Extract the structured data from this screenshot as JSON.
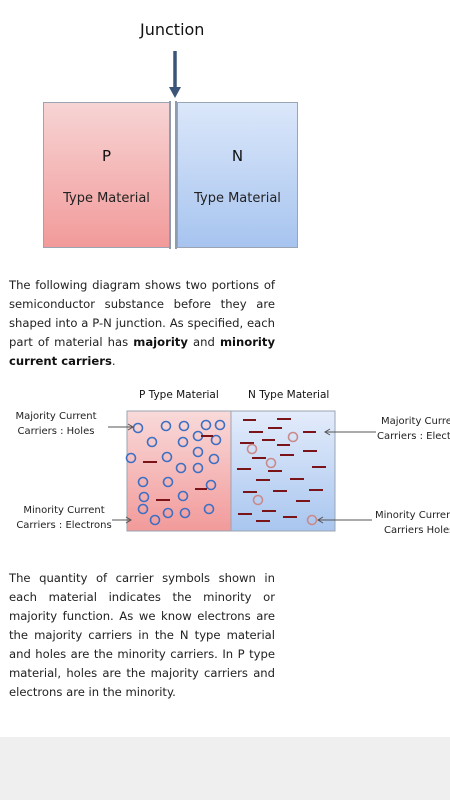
{
  "junction_diagram": {
    "title": "Junction",
    "p_letter": "P",
    "p_label": "Type Material",
    "n_letter": "N",
    "n_label": "Type Material",
    "colors": {
      "p_region": "#f29a9a",
      "n_region": "#a7c4ef",
      "arrow": "#3b5578"
    },
    "icon": "down-arrow-icon"
  },
  "intro_paragraph": {
    "text_1": "The following diagram shows two portions of semiconductor substance before they are shaped into a P-N junction. As specified, each part of material has ",
    "bold_1": "majority",
    "text_2": " and ",
    "bold_2": "minority current carriers",
    "text_3": "."
  },
  "carrier_diagram": {
    "p_header": "P Type Material",
    "n_header": "N Type Material",
    "left_majority_line1": "Majority Current",
    "left_majority_line2": "Carriers : Holes",
    "left_minority_line1": "Minority Current",
    "left_minority_line2": "Carriers : Electrons",
    "right_majority_line1": "Majority Curre",
    "right_majority_line2": "Carriers : Electr",
    "right_minority_line1": "Minority Curren",
    "right_minority_line2": "Carriers Holes",
    "colors": {
      "hole": "#3d6fc2",
      "electron": "#7a1418",
      "minority_hole": "#c98a8a"
    }
  },
  "body_paragraph": {
    "text": "The quantity of carrier symbols shown in each material indicates the minority or majority function. As we know electrons are the majority carriers in the N type material and holes are the minority carriers. In P type material, holes are the majority carriers and electrons are in the minority."
  }
}
